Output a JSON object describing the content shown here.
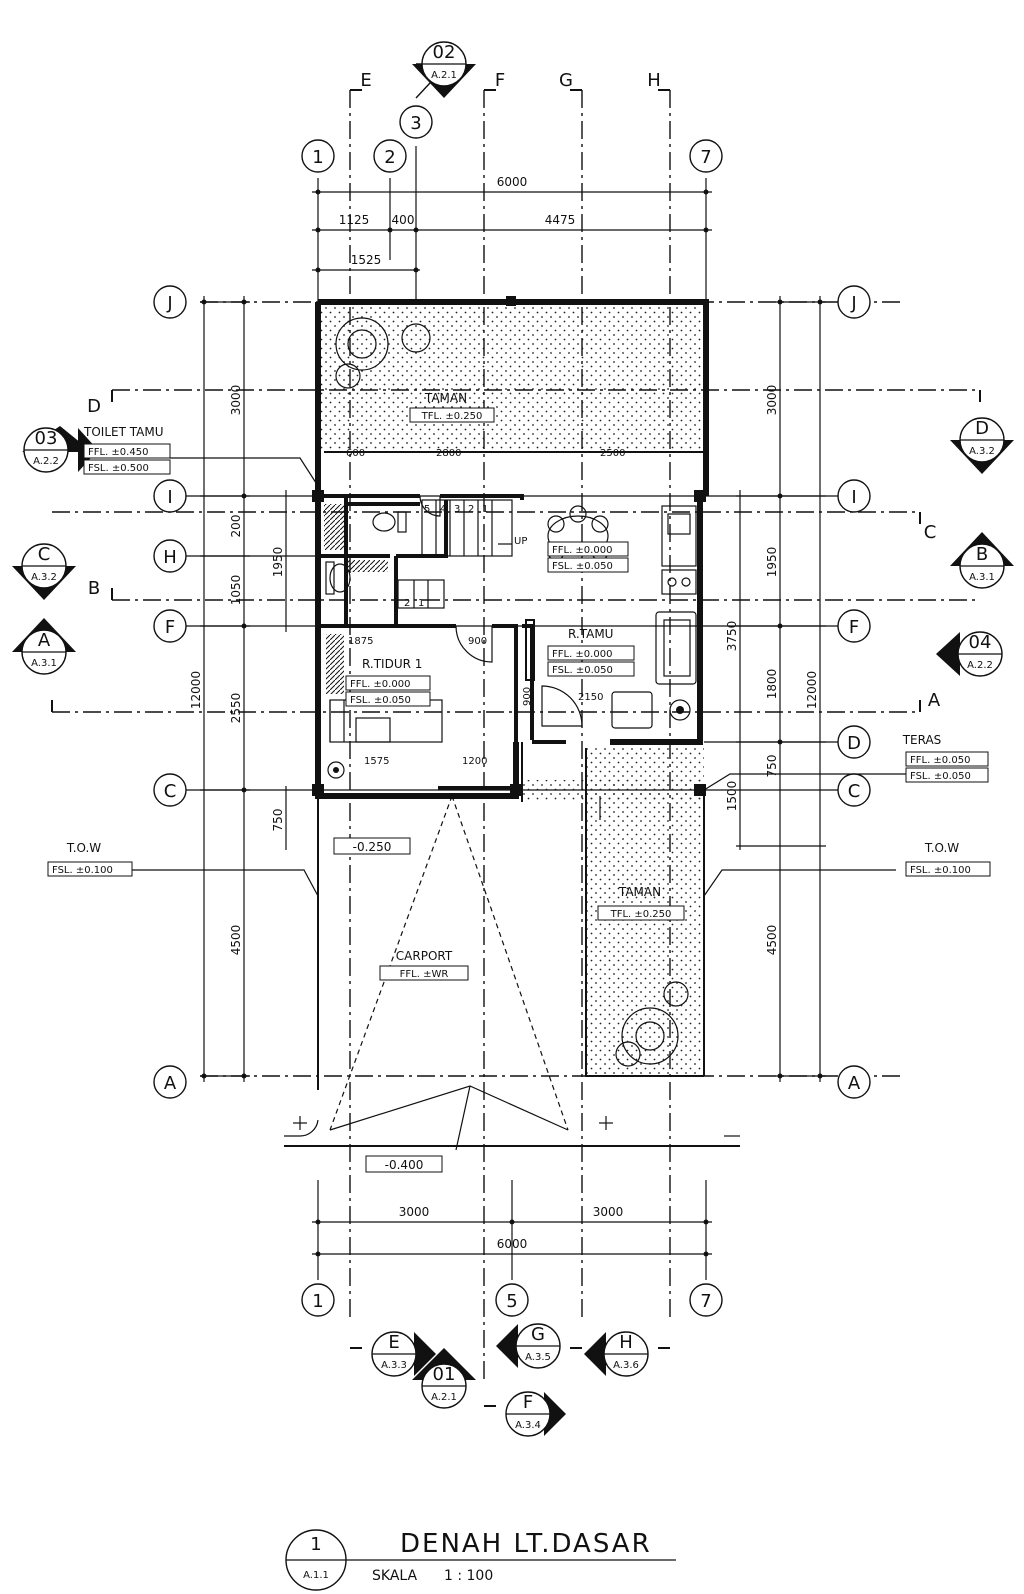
{
  "grid": {
    "col1": "1",
    "col2": "2",
    "col3": "3",
    "col5": "5",
    "col7": "7",
    "rowJ": "J",
    "rowI": "I",
    "rowH": "H",
    "rowF": "F",
    "rowD": "D",
    "rowC": "C",
    "rowA": "A"
  },
  "dims": {
    "top_total": "6000",
    "top_a": "1125",
    "top_b": "400",
    "top_c": "4475",
    "top_d": "1525",
    "left_3000": "3000",
    "left_200": "200",
    "left_1050": "1050",
    "left_1950": "1950",
    "left_2550": "2550",
    "left_12000": "12000",
    "left_4500": "4500",
    "left_750": "750",
    "right_3000": "3000",
    "right_1950": "1950",
    "right_3750": "3750",
    "right_1800": "1800",
    "right_12000": "12000",
    "right_750": "750",
    "right_1500": "1500",
    "right_4500": "4500",
    "bot_3000a": "3000",
    "bot_3000b": "3000",
    "bot_total": "6000",
    "in_600": "600",
    "in_2800": "2800",
    "in_2500": "2500",
    "in_1875": "1875",
    "in_900": "900",
    "in_1575": "1575",
    "in_1200": "1200",
    "in_2150": "2150",
    "in_900b": "900"
  },
  "section_marks": {
    "E": "E",
    "F": "F",
    "G": "G",
    "H": "H",
    "D": "D",
    "C": "C",
    "B": "B",
    "A": "A"
  },
  "callouts": {
    "c02": {
      "num": "02",
      "ref": "A.2.1"
    },
    "c03": {
      "num": "03",
      "ref": "A.2.2"
    },
    "c04": {
      "num": "04",
      "ref": "A.2.2"
    },
    "c01": {
      "num": "01",
      "ref": "A.2.1"
    },
    "sD": {
      "num": "D",
      "ref": "A.3.2"
    },
    "sC": {
      "num": "C",
      "ref": "A.3.2"
    },
    "sB": {
      "num": "B",
      "ref": "A.3.1"
    },
    "sA": {
      "num": "A",
      "ref": "A.3.1"
    },
    "sE": {
      "num": "E",
      "ref": "A.3.3"
    },
    "sG": {
      "num": "G",
      "ref": "A.3.5"
    },
    "sH": {
      "num": "H",
      "ref": "A.3.6"
    },
    "sF": {
      "num": "F",
      "ref": "A.3.4"
    }
  },
  "rooms": {
    "taman_top": {
      "name": "TAMAN",
      "level": "TFL. ±0.250"
    },
    "toilet": {
      "name": "TOILET TAMU",
      "ffl": "FFL. ±0.450",
      "fsl": "FSL. ±0.500"
    },
    "dining": {
      "ffl": "FFL. ±0.000",
      "fsl": "FSL. ±0.050"
    },
    "tamu": {
      "name": "R.TAMU",
      "ffl": "FFL. ±0.000",
      "fsl": "FSL. ±0.050"
    },
    "tidur": {
      "name": "R.TIDUR 1",
      "ffl": "FFL. ±0.000",
      "fsl": "FSL. ±0.050"
    },
    "teras": {
      "name": "TERAS",
      "ffl": "FFL. ±0.050",
      "fsl": "FSL. ±0.050"
    },
    "tow_left": {
      "name": "T.O.W",
      "fsl": "FSL. ±0.100"
    },
    "tow_right": {
      "name": "T.O.W",
      "fsl": "FSL. ±0.100"
    },
    "carport": {
      "name": "CARPORT",
      "ffl": "FFL. ±WR"
    },
    "taman_bot": {
      "name": "TAMAN",
      "level": "TFL. ±0.250"
    },
    "lvl_250": "-0.250",
    "lvl_400": "-0.400",
    "stairs": [
      "5",
      "4",
      "3",
      "2",
      "1",
      "2",
      "1"
    ],
    "stair_up": "UP"
  },
  "title": {
    "num": "1",
    "ref": "A.1.1",
    "text": "DENAH LT.DASAR",
    "scale_label": "SKALA",
    "scale": "1 : 100"
  }
}
